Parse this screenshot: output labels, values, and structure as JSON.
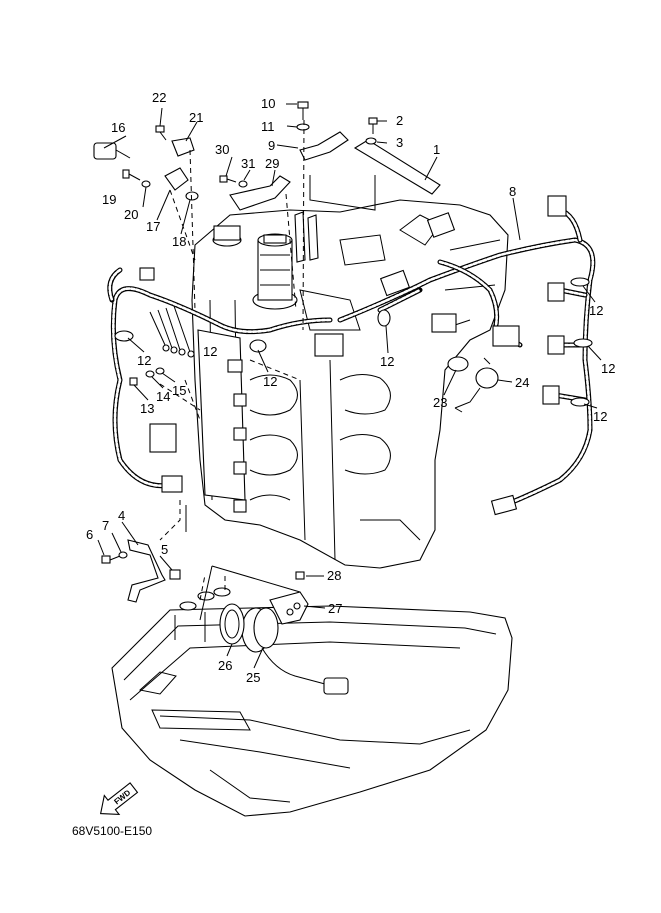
{
  "callouts": [
    "1",
    "2",
    "3",
    "4",
    "5",
    "6",
    "7",
    "8",
    "9",
    "10",
    "11",
    "12",
    "12",
    "12",
    "12",
    "12",
    "12",
    "12",
    "13",
    "14",
    "15",
    "16",
    "17",
    "18",
    "19",
    "20",
    "21",
    "22",
    "23",
    "24",
    "25",
    "26",
    "27",
    "28",
    "29",
    "30",
    "31"
  ],
  "fwd_label": "FWD",
  "diagram_code": "68V5100-E150"
}
